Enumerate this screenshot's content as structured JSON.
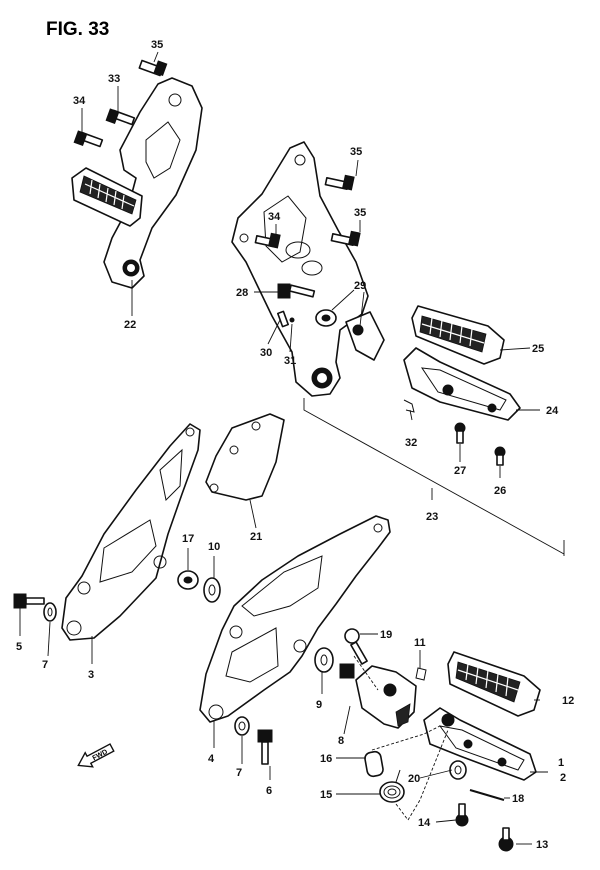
{
  "figure": {
    "title": "FIG. 33"
  },
  "fwd_label": "FWD",
  "callouts": {
    "c1": "1",
    "c2": "2",
    "c3": "3",
    "c4": "4",
    "c5": "5",
    "c6": "6",
    "c7a": "7",
    "c7b": "7",
    "c8": "8",
    "c9": "9",
    "c10": "10",
    "c11": "11",
    "c12": "12",
    "c13": "13",
    "c14": "14",
    "c15": "15",
    "c16": "16",
    "c17": "17",
    "c18": "18",
    "c19": "19",
    "c20": "20",
    "c21": "21",
    "c22": "22",
    "c23": "23",
    "c24": "24",
    "c25": "25",
    "c26": "26",
    "c27": "27",
    "c28": "28",
    "c29": "29",
    "c30": "30",
    "c31": "31",
    "c32": "32",
    "c33": "33",
    "c34a": "34",
    "c34b": "34",
    "c35a": "35",
    "c35b": "35",
    "c35c": "35"
  }
}
